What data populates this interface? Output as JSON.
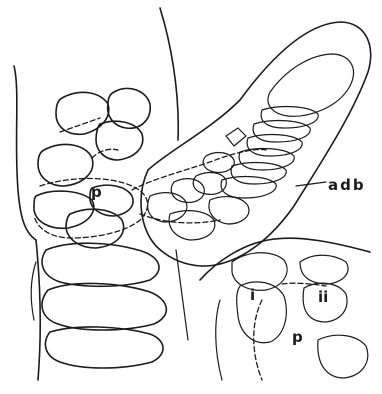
{
  "labels": {
    "adb": "adb",
    "p_upper": "p",
    "i": "i",
    "ii": "ii",
    "p_lower": "p"
  },
  "colors": {
    "ink": "#1c1c1c",
    "paper": "#ffffff"
  }
}
